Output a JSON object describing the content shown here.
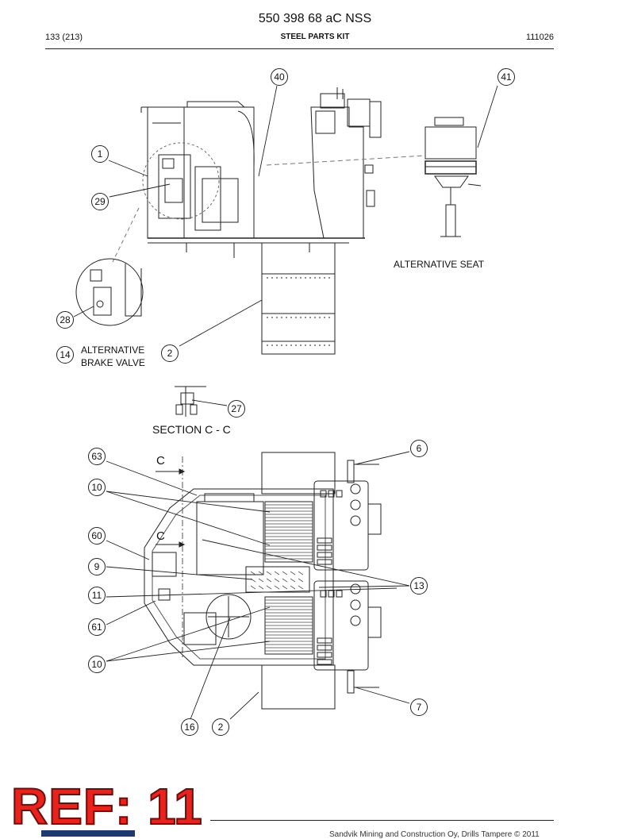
{
  "header": {
    "doc_title": "550 398 68 aC NSS",
    "page_number": "133 (213)",
    "kit_title": "STEEL PARTS KIT",
    "doc_code": "111026"
  },
  "diagram": {
    "callouts": [
      "40",
      "41",
      "1",
      "29",
      "28",
      "14",
      "2",
      "27",
      "63",
      "10",
      "60",
      "9",
      "11",
      "61",
      "10",
      "16",
      "2",
      "6",
      "13",
      "7"
    ],
    "labels": {
      "alternative_seat": "ALTERNATIVE SEAT",
      "alternative_brake_valve_1": "ALTERNATIVE",
      "alternative_brake_valve_2": "BRAKE VALVE",
      "section": "SECTION  C - C",
      "cut_upper": "C",
      "cut_lower": "C"
    }
  },
  "footer": {
    "ref_label": "REF: 11",
    "copyright": "Sandvik Mining and Construction Oy, Drills Tampere © 2011"
  }
}
